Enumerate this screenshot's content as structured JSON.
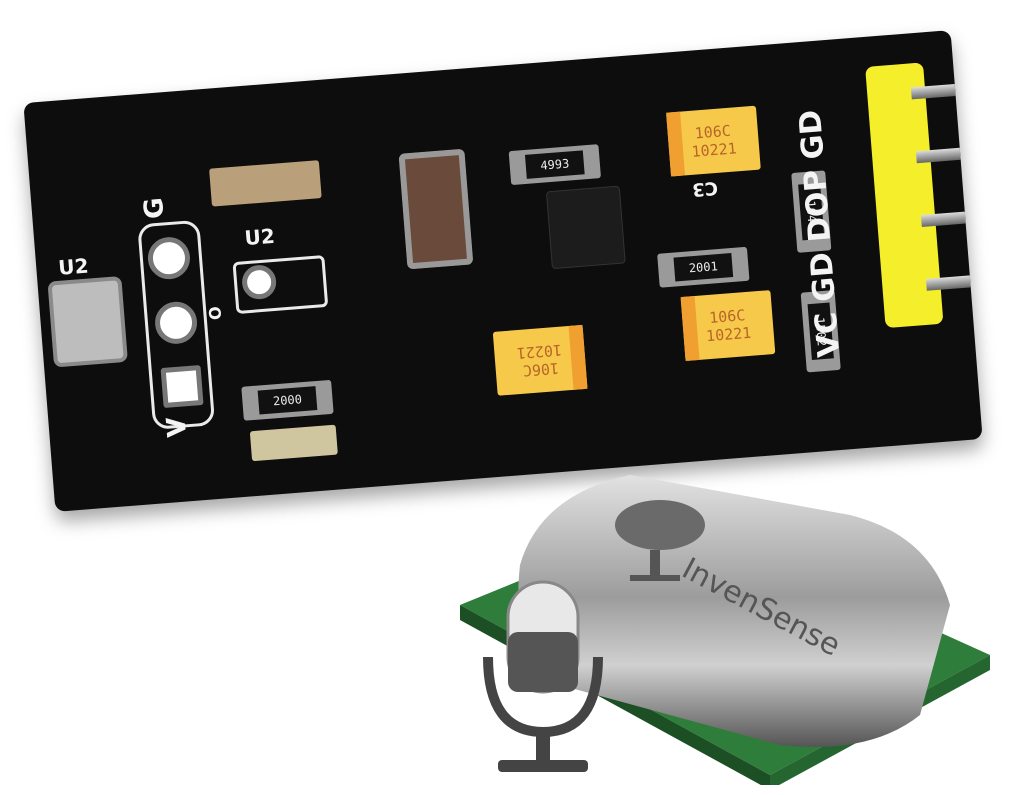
{
  "image": {
    "description": "Product photo of a black MEMS microphone breakout PCB module with yellow 4-pin header, and a rendered InvenSense MEMS microphone chip with a microphone icon",
    "pcb": {
      "header_pins": [
        "VCC",
        "GD",
        "DOP",
        "GD"
      ],
      "header_silk": "VC GD DOP GD",
      "left_pad_labels": [
        "G",
        "O",
        "V"
      ],
      "refdes": [
        "U2",
        "U2",
        "C3"
      ],
      "resistor_markings": [
        "4993",
        "2001",
        "2000",
        "104",
        "1502"
      ],
      "capacitor_markings": [
        {
          "line1": "106C",
          "line2": "10221"
        },
        {
          "line1": "106C",
          "line2": "10221"
        },
        {
          "line1": "106C",
          "line2": "10221"
        }
      ]
    },
    "chip": {
      "brand": "InvenSense",
      "logo": "microphone-icon"
    },
    "colors": {
      "pcb": "#0d0d0d",
      "header": "#f5ee2a",
      "capacitor": "#f7c94a",
      "chip_metal": "#b0b0b0",
      "chip_substrate": "#2e7d3a"
    }
  }
}
